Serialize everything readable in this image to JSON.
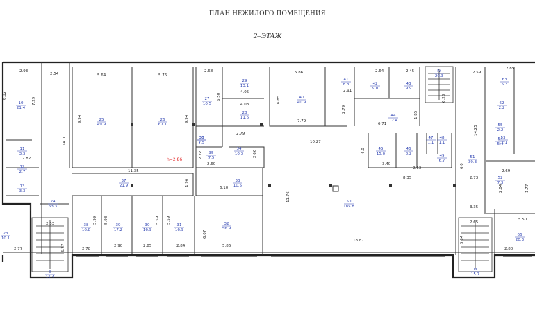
{
  "title": "ПЛАН НЕЖИЛОГО ПОМЕЩЕНИЯ",
  "subtitle": "2–ЭТАЖ",
  "height_note": "h=2.86",
  "rooms": [
    {
      "n": "10",
      "a": "21.4"
    },
    {
      "n": "11",
      "a": "3.3"
    },
    {
      "n": "12",
      "a": "2.7"
    },
    {
      "n": "13",
      "a": "3.3"
    },
    {
      "n": "24",
      "a": "63.3"
    },
    {
      "n": "25",
      "a": "49.9"
    },
    {
      "n": "26",
      "a": "67.1"
    },
    {
      "n": "27",
      "a": "10.5"
    },
    {
      "n": "28",
      "a": "11.6"
    },
    {
      "n": "29",
      "a": "13.1"
    },
    {
      "n": "30",
      "a": "7.5"
    },
    {
      "n": "33",
      "a": "10.5"
    },
    {
      "n": "34",
      "a": "10.3"
    },
    {
      "n": "35",
      "a": "7.5"
    },
    {
      "n": "36",
      "a": "7.5"
    },
    {
      "n": "37",
      "a": "21.9"
    },
    {
      "n": "38",
      "a": "16.8"
    },
    {
      "n": "39",
      "a": "17.2"
    },
    {
      "n": "30",
      "a": "16.9"
    },
    {
      "n": "31",
      "a": "16.9"
    },
    {
      "n": "32",
      "a": "56.9"
    },
    {
      "n": "40",
      "a": "40.9"
    },
    {
      "n": "41",
      "a": "8.3"
    },
    {
      "n": "42",
      "a": "9.0"
    },
    {
      "n": "43",
      "a": "9.9"
    },
    {
      "n": "44",
      "a": "12.4"
    },
    {
      "n": "45",
      "a": "15.0"
    },
    {
      "n": "46",
      "a": "8.2"
    },
    {
      "n": "47",
      "a": "1.1"
    },
    {
      "n": "48",
      "a": "1.1"
    },
    {
      "n": "49",
      "a": "6.7"
    },
    {
      "n": "50",
      "a": "185.8"
    },
    {
      "n": "51",
      "a": "39.3"
    },
    {
      "n": "52",
      "a": "7.3"
    },
    {
      "n": "53",
      "a": "12.1"
    },
    {
      "n": "54",
      "a": "5.4"
    },
    {
      "n": "55",
      "a": "2.2"
    },
    {
      "n": "62",
      "a": "2.2"
    },
    {
      "n": "63",
      "a": "5.3"
    },
    {
      "n": "66",
      "a": "20.3"
    },
    {
      "n": "IV",
      "a": "20.3"
    },
    {
      "n": "II",
      "a": "15.4"
    },
    {
      "n": "III",
      "a": "15.7"
    },
    {
      "n": "23",
      "a": "10.1"
    }
  ]
}
